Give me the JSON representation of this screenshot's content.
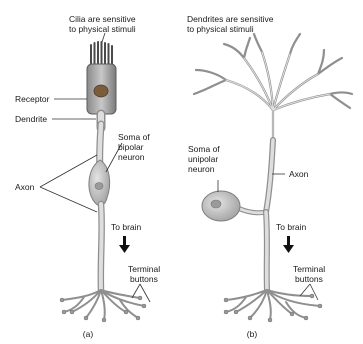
{
  "panel_a": {
    "cilia_label_line1": "Cilia are sensitive",
    "cilia_label_line2": "to physical stimuli",
    "receptor_label": "Receptor",
    "dendrite_label": "Dendrite",
    "soma_label_line1": "Soma of",
    "soma_label_line2": "bipolar",
    "soma_label_line3": "neuron",
    "axon_label": "Axon",
    "to_brain_label": "To brain",
    "terminal_label_line1": "Terminal",
    "terminal_label_line2": "buttons",
    "caption": "(a)"
  },
  "panel_b": {
    "dendrites_label_line1": "Dendrites are sensitive",
    "dendrites_label_line2": "to physical stimuli",
    "soma_label_line1": "Soma of",
    "soma_label_line2": "unipolar",
    "soma_label_line3": "neuron",
    "axon_label": "Axon",
    "to_brain_label": "To brain",
    "terminal_label_line1": "Terminal",
    "terminal_label_line2": "buttons",
    "caption": "(b)"
  }
}
